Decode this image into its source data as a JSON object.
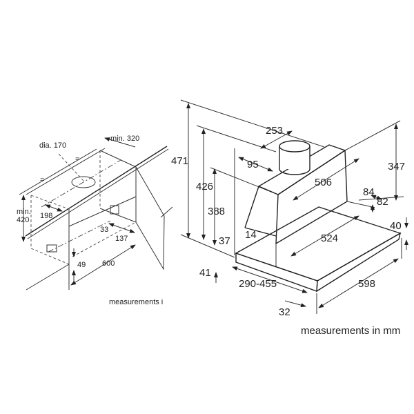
{
  "left_drawing": {
    "labels": {
      "dia": "dia. 170",
      "min320": "min. 320",
      "eq1": "=",
      "eq2": "=",
      "min_a": "min.",
      "min_b": "420",
      "d198": "198",
      "d33": "33",
      "d137": "137",
      "d49": "49",
      "d600": "600"
    },
    "caption": "measurements i"
  },
  "right_drawing": {
    "labels": {
      "d471": "471",
      "d426": "426",
      "d388": "388",
      "d253": "253",
      "d95": "95",
      "d506": "506",
      "d347": "347",
      "d84": "84",
      "d82": "82",
      "d40": "40",
      "d14": "14",
      "d37": "37",
      "d524": "524",
      "d41": "41",
      "d290": "290-455",
      "d598": "598",
      "d32": "32"
    },
    "caption": "measurements in mm"
  }
}
